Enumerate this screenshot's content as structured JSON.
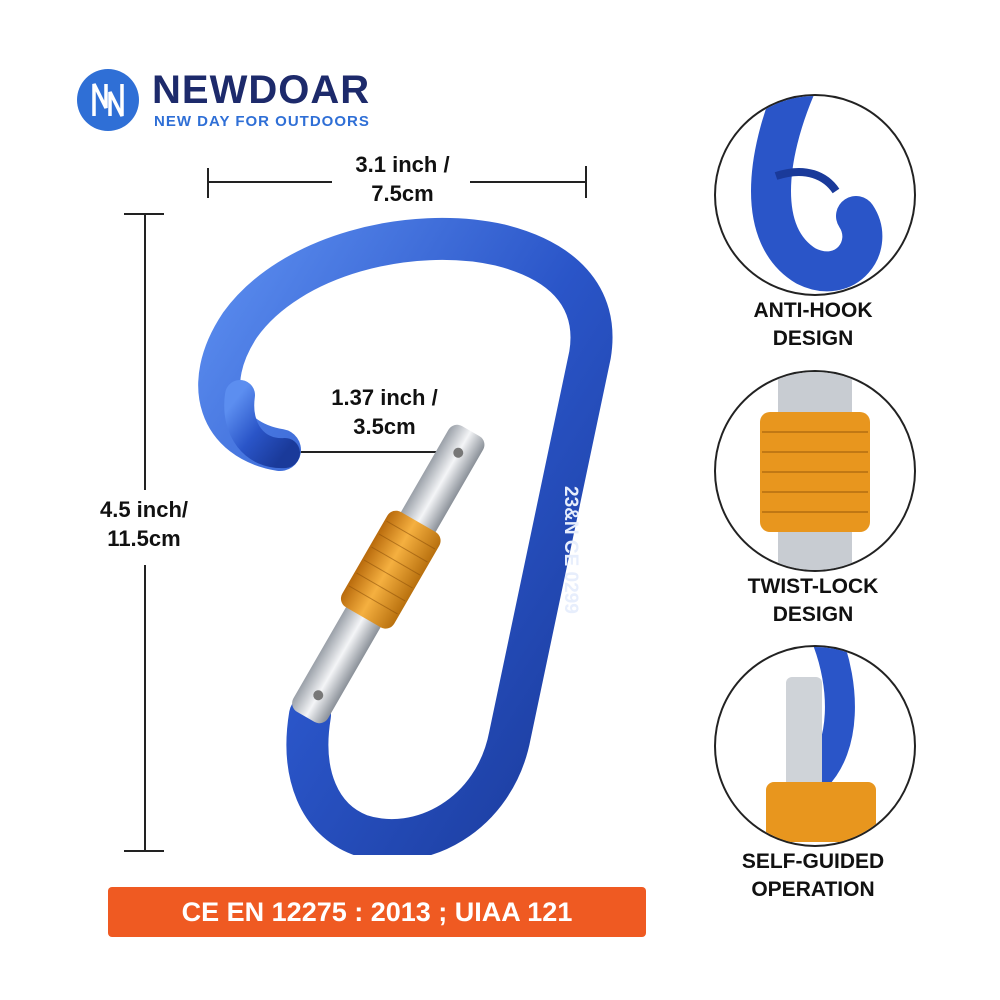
{
  "brand": {
    "name": "NEWDOAR",
    "tagline": "NEW DAY FOR OUTDOORS",
    "logo_letter": "N"
  },
  "dimensions": {
    "width": [
      "3.1 inch /",
      "7.5cm"
    ],
    "height": [
      "4.5 inch/",
      "11.5cm"
    ],
    "gate": [
      "1.37 inch /",
      "3.5cm"
    ]
  },
  "product": {
    "engraving_1": "23&N",
    "engraving_2": "CE 0299"
  },
  "features": [
    {
      "lines": [
        "ANTI-HOOK",
        "DESIGN"
      ],
      "icon": "anti-hook-closeup"
    },
    {
      "lines": [
        "TWIST-LOCK",
        "DESIGN"
      ],
      "icon": "twist-lock-closeup"
    },
    {
      "lines": [
        "SELF-GUIDED",
        "OPERATION"
      ],
      "icon": "self-guided-closeup"
    }
  ],
  "certification": "CE EN 12275 : 2013 ; UIAA 121",
  "colors": {
    "brand_navy": "#1d2a6b",
    "brand_blue": "#2f6fd6",
    "carabiner_blue": "#2a55c8",
    "lock_orange": "#e8961e",
    "banner_orange": "#ef5a22"
  }
}
